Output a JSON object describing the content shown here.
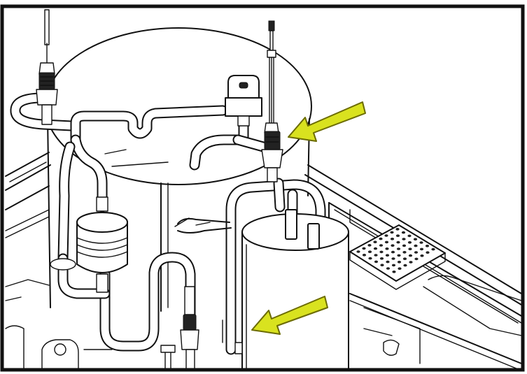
{
  "colors": {
    "arrow_fill": "#d9e21f",
    "arrow_outline": "#6b6b00",
    "line": "#111111",
    "background": "#ffffff"
  },
  "components": [
    "compressor-housing",
    "receiver-tank",
    "filter-drier",
    "pressure-switch",
    "service-valve-left",
    "service-valve-right",
    "service-valve-bottom",
    "ventilation-grille",
    "base-frame",
    "tube-routing"
  ],
  "callouts": [
    {
      "name": "upper-arrow",
      "points_to": "service-valve-right"
    },
    {
      "name": "lower-arrow",
      "points_to": "receiver-tank"
    }
  ]
}
